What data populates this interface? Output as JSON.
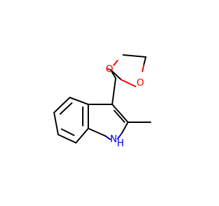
{
  "molecule": {
    "atoms": [
      {
        "id": "o1",
        "label": "O",
        "color": "#ff0000"
      },
      {
        "id": "o2",
        "label": "O",
        "color": "#ff0000"
      },
      {
        "id": "n1",
        "label": "N",
        "color": "#0000ff"
      },
      {
        "id": "h1",
        "label": "H",
        "color": "#0000ff"
      }
    ]
  }
}
